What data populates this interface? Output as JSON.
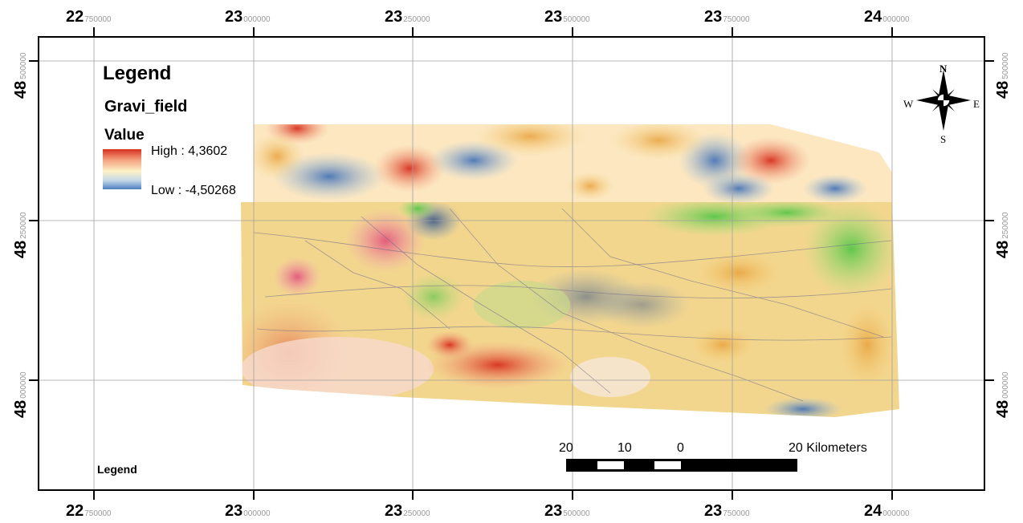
{
  "map": {
    "legend_title": "Legend",
    "layer_name": "Gravi_field",
    "field_name": "Value",
    "high_label": "High : 4,3602",
    "low_label": "Low : -4,50268",
    "legend_bottom_label": "Legend",
    "ramp_colors": [
      "#d7301f",
      "#f4a582",
      "#fdf1c6",
      "#c4d8ea",
      "#4f7fbf"
    ]
  },
  "grid": {
    "longitude_ticks": [
      {
        "deg": "22",
        "min": "750000"
      },
      {
        "deg": "23",
        "min": "000000"
      },
      {
        "deg": "23",
        "min": "250000"
      },
      {
        "deg": "23",
        "min": "500000"
      },
      {
        "deg": "23",
        "min": "750000"
      },
      {
        "deg": "24",
        "min": "000000"
      }
    ],
    "latitude_ticks": [
      {
        "deg": "48",
        "min": "500000"
      },
      {
        "deg": "48",
        "min": "250000"
      },
      {
        "deg": "48",
        "min": "000000"
      }
    ]
  },
  "scale_bar": {
    "labels": [
      "20",
      "10",
      "0",
      "20 Kilometers"
    ]
  },
  "north_arrow": {
    "n": "N",
    "s": "S",
    "e": "E",
    "w": "W"
  },
  "colors": {
    "frame": "#000000",
    "grid": "#a0a0a0",
    "high": "#d7301f",
    "low": "#4f7fbf"
  }
}
